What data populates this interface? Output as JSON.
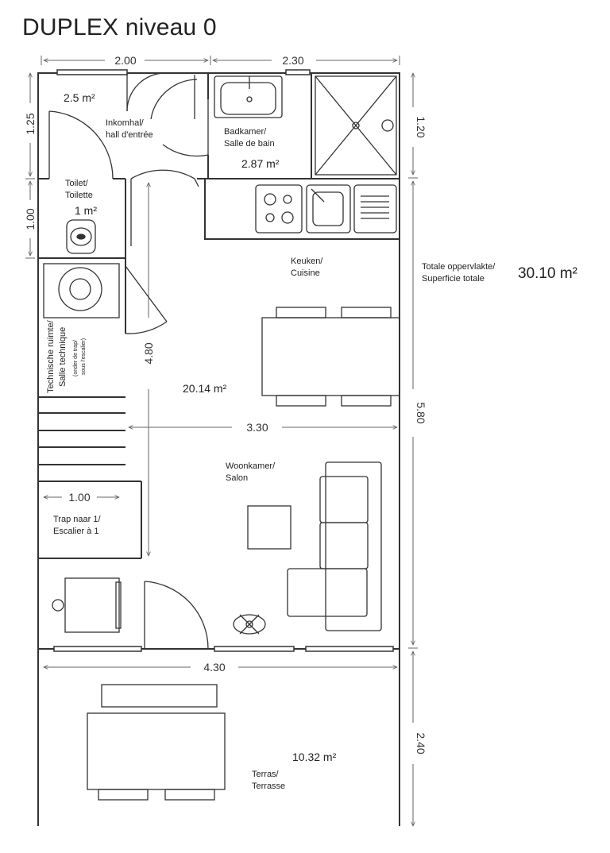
{
  "title": "DUPLEX niveau 0",
  "total": {
    "label_nl": "Totale oppervlakte/",
    "label_fr": "Superficie totale",
    "value": "30.10 m²"
  },
  "dimensions": {
    "top_left": "2.00",
    "top_right": "2.30",
    "left_upper": "1.25",
    "left_lower": "1.00",
    "right_upper": "1.20",
    "right_middle": "5.80",
    "right_lower": "2.40",
    "living_height": "4.80",
    "living_width": "3.30",
    "stair_width": "1.00",
    "terrace_width": "4.30"
  },
  "rooms": {
    "entrance": {
      "area": "2.5 m²",
      "name_nl": "Inkomhal/",
      "name_fr": "hall d'entrée"
    },
    "bathroom": {
      "area": "2.87 m²",
      "name_nl": "Badkamer/",
      "name_fr": "Salle de bain"
    },
    "toilet": {
      "area": "1 m²",
      "name_nl": "Toilet/",
      "name_fr": "Toilette"
    },
    "kitchen": {
      "name_nl": "Keuken/",
      "name_fr": "Cuisine"
    },
    "technical": {
      "name_nl": "Technische ruimte/",
      "name_fr": "Salle technique",
      "note_nl": "(onder de trap/",
      "note_fr": "sous l'escalier)"
    },
    "living": {
      "area": "20.14 m²",
      "name_nl": "Woonkamer/",
      "name_fr": "Salon"
    },
    "stairs": {
      "name_nl": "Trap naar 1/",
      "name_fr": "Escalier à 1"
    },
    "terrace": {
      "area": "10.32 m²",
      "name_nl": "Terras/",
      "name_fr": "Terrasse"
    }
  }
}
